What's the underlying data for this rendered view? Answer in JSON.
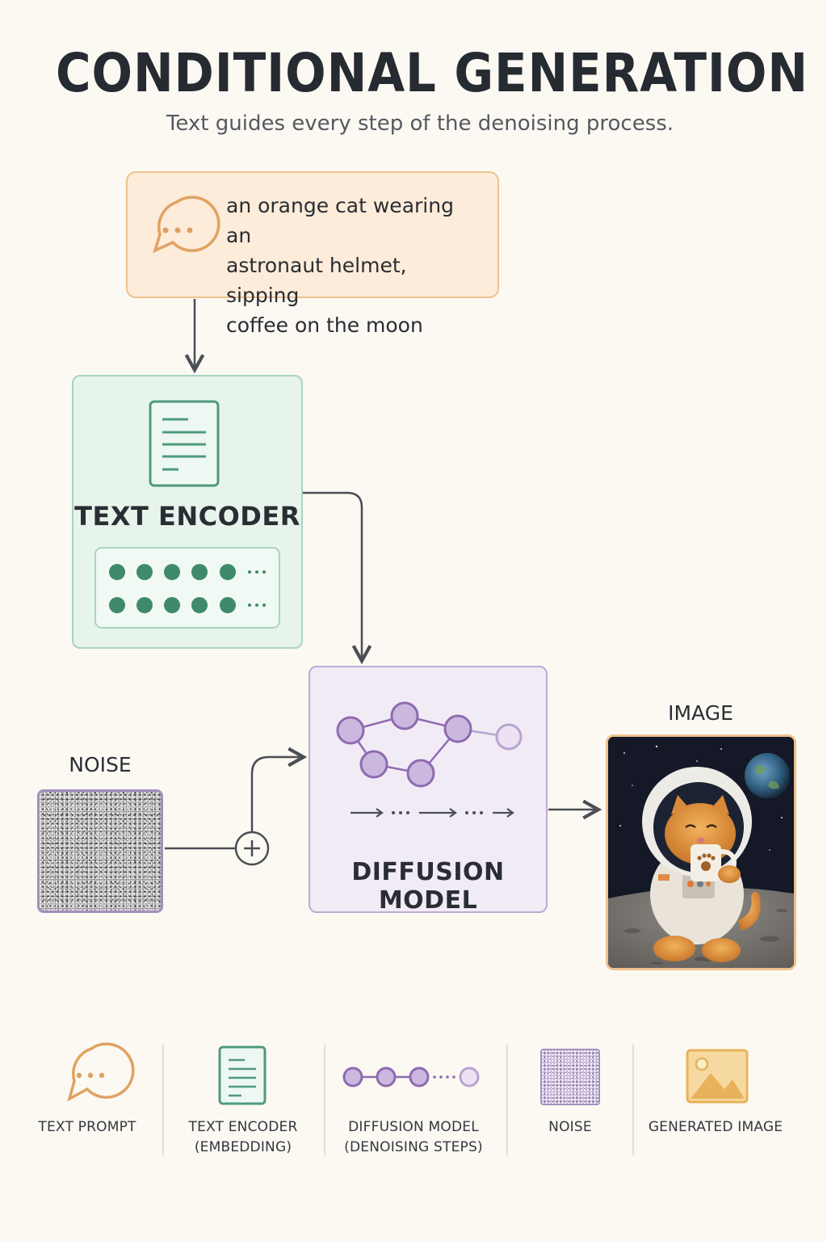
{
  "header": {
    "title": "CONDITIONAL GENERATION",
    "subtitle": "Text guides every step of the denoising process."
  },
  "prompt": {
    "lines": [
      "an orange cat wearing an",
      "astronaut helmet, sipping",
      "coffee on the moon"
    ],
    "icon": "chat-bubble-icon"
  },
  "encoder": {
    "title": "TEXT ENCODER",
    "icon": "document-icon",
    "ellipsis": "···"
  },
  "diffusion": {
    "title": "DIFFUSION MODEL",
    "icon": "node-graph-icon"
  },
  "noise": {
    "label": "NOISE"
  },
  "image": {
    "label": "IMAGE"
  },
  "legend": {
    "items": [
      {
        "label_lines": [
          "TEXT PROMPT"
        ],
        "icon": "chat-bubble-icon"
      },
      {
        "label_lines": [
          "TEXT ENCODER",
          "(EMBEDDING)"
        ],
        "icon": "document-icon"
      },
      {
        "label_lines": [
          "DIFFUSION MODEL",
          "(DENOISING STEPS)"
        ],
        "icon": "node-chain-icon"
      },
      {
        "label_lines": [
          "NOISE"
        ],
        "icon": "noise-icon"
      },
      {
        "label_lines": [
          "GENERATED IMAGE"
        ],
        "icon": "image-icon"
      }
    ]
  },
  "colors": {
    "orange_accent": "#e0a262",
    "green_accent": "#4e9a7e",
    "purple_accent": "#8e6bb0",
    "arrow": "#4a4e55",
    "background": "#fcf9f3"
  }
}
